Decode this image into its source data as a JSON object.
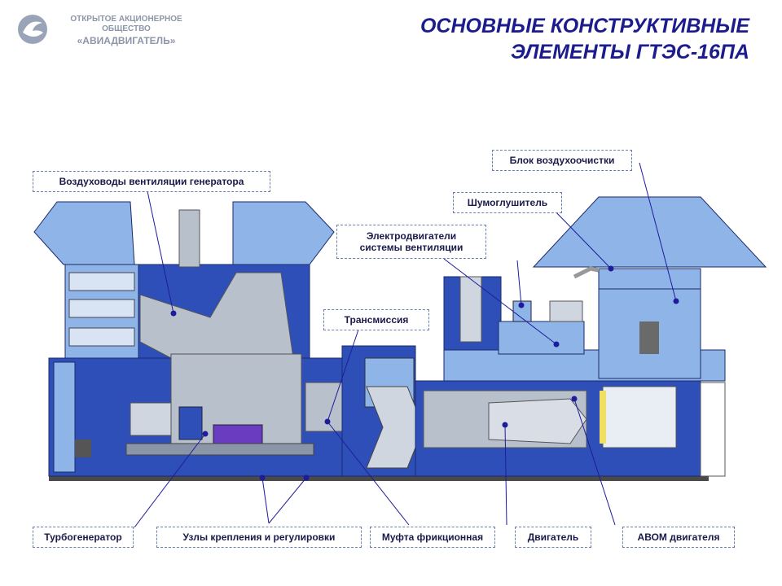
{
  "header": {
    "company_line1": "ОТКРЫТОЕ АКЦИОНЕРНОЕ",
    "company_line2": "ОБЩЕСТВО",
    "company_line3": "«АВИАДВИГАТЕЛЬ»",
    "title_line1": "ОСНОВНЫЕ КОНСТРУКТИВНЫЕ",
    "title_line2": "ЭЛЕМЕНТЫ ГТЭС-16ПА"
  },
  "labels": {
    "air_cleaner": "Блок воздухоочистки",
    "generator_ducts": "Воздуховоды вентиляции генератора",
    "silencer": "Шумоглушитель",
    "vent_motors_line1": "Электродвигатели",
    "vent_motors_line2": "системы вентиляции",
    "transmission": "Трансмиссия",
    "turbogenerator": "Турбогенератор",
    "mounts": "Узлы крепления и регулировки",
    "clutch": "Муфта фрикционная",
    "engine": "Двигатель",
    "avom": "АВОМ двигателя"
  },
  "colors": {
    "title": "#1c1c8c",
    "enclosure_blue": "#2f4fb8",
    "panel_light": "#8fb4e8",
    "steel": "#b8c0cc",
    "leader": "#1c1c9c"
  }
}
